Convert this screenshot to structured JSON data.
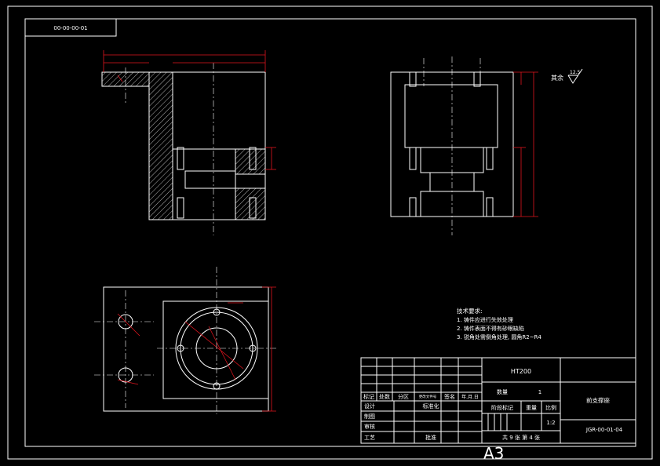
{
  "drawing_number_box": "00-00-00-01",
  "surface_finish": {
    "label": "其余",
    "value": "12.5"
  },
  "technical_requirements": {
    "title": "技术要求:",
    "items": [
      "1. 铸件应进行失效处理",
      "2. 铸件表面不得有砂眼缺陷",
      "3. 锐角处需倒角处理, 圆角R2~R4"
    ]
  },
  "title_block": {
    "material": "HT200",
    "part_name": "前支撑座",
    "quantity_label": "数量",
    "quantity_value": "1",
    "stage_label": "阶段标记",
    "weight_label": "重量",
    "scale_label": "比例",
    "scale_value": "1:2",
    "sheets": "共 9 张   第 4 张",
    "drawing_code": "JGR-00-01-04",
    "rev_header": [
      "标记",
      "处数",
      "分区",
      "更改文件号",
      "签名",
      "年.月.日"
    ],
    "roles": [
      "设计",
      "制图",
      "审核",
      "工艺"
    ],
    "standardize": "标准化",
    "approve": "批准"
  },
  "paper_size": "A3"
}
